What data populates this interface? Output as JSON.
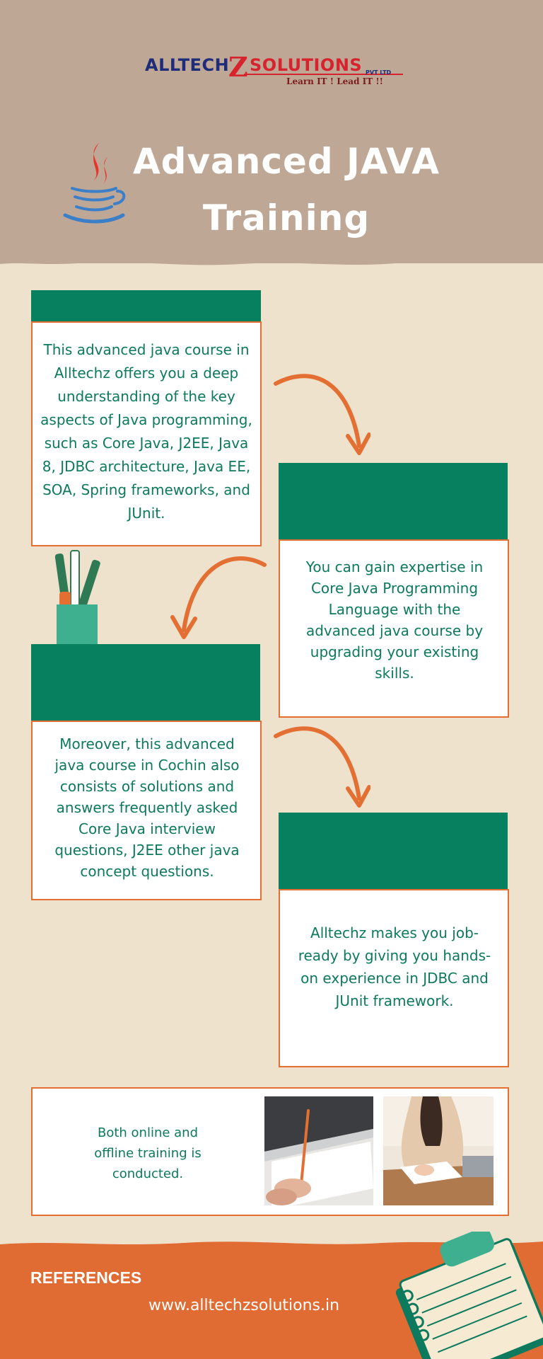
{
  "logo": {
    "part1": "ALLTECH",
    "z": "Z",
    "part2": "SOLUTIONS",
    "suffix": "PVT LTD",
    "tagline": "Learn IT !  Lead IT !!"
  },
  "header": {
    "title": "Advanced JAVA Training"
  },
  "cards": [
    {
      "text": "This advanced java course in Alltechz offers you a deep understanding of the key aspects of Java programming, such as Core Java, J2EE, Java 8, JDBC architecture, Java EE, SOA, Spring frameworks, and JUnit."
    },
    {
      "text": "You can gain expertise in Core Java Programming Language with the advanced java course by upgrading your existing skills."
    },
    {
      "text": "Moreover, this advanced java course in Cochin also consists of solutions and answers frequently asked Core Java interview questions, J2EE other java concept questions."
    },
    {
      "text": "Alltechz makes you job-ready by giving you hands-on experience in JDBC and JUnit framework."
    }
  ],
  "training": {
    "text": "Both online and offline training is conducted."
  },
  "footer": {
    "title": "REFERENCES",
    "url": "www.alltechzsolutions.in"
  },
  "colors": {
    "header_bg": "#bfa796",
    "page_bg": "#efe2cc",
    "accent_green": "#06805f",
    "accent_orange": "#e36f33"
  }
}
